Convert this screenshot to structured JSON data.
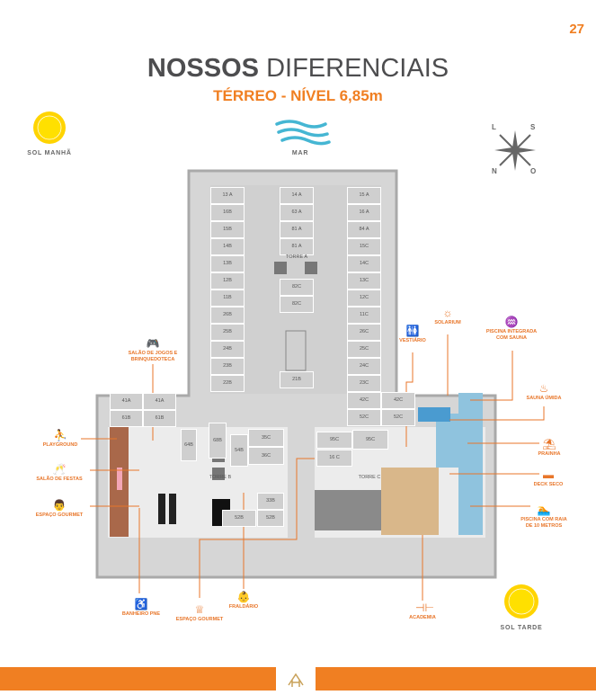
{
  "page_number": "27",
  "header": {
    "title_bold": "NOSSOS",
    "title_light": "DIFERENCIAIS",
    "subtitle": "TÉRREO - NÍVEL 6,85m"
  },
  "orientation": {
    "sun_morning": "SOL MANHÃ",
    "sea": "MAR",
    "sun_afternoon": "SOL TARDE",
    "compass": [
      "L",
      "S",
      "N",
      "O"
    ]
  },
  "colors": {
    "accent": "#f07f22",
    "pool": "#8fc3de",
    "plan_bg": "#d6d6d6"
  },
  "parking": {
    "left_column": [
      "13 A",
      "16B",
      "15B",
      "14B",
      "13B",
      "12B",
      "11B",
      "26B",
      "25B",
      "24B",
      "23B",
      "22B"
    ],
    "middle_top": [
      "14 A",
      "63 A",
      "81 A",
      "81 A"
    ],
    "tower_a": "TORRE A",
    "middle_mid": [
      "82C",
      "82C"
    ],
    "middle_bottom": "21B",
    "right_column": [
      "15 A",
      "16 A",
      "84 A",
      "15C",
      "14C",
      "13C",
      "12C",
      "11C",
      "26C",
      "25C",
      "24C",
      "23C",
      "42C",
      "52C"
    ],
    "right_extra": [
      "42C",
      "52C"
    ],
    "lower_left": [
      "41A",
      "41A",
      "61B",
      "61B"
    ],
    "lower_mid": [
      "64B",
      "68B",
      "54B",
      "35C",
      "36C",
      "33B",
      "52B",
      "52B"
    ],
    "lower_right": [
      "95C",
      "95C",
      "16 C"
    ],
    "tower_b": "TORRE B",
    "tower_c": "TORRE C"
  },
  "amenities": [
    {
      "label": "SALÃO DE JOGOS E BRINQUEDOTECA",
      "icon": "gamepad-icon"
    },
    {
      "label": "PLAYGROUND",
      "icon": "slide-icon"
    },
    {
      "label": "SALÃO DE FESTAS",
      "icon": "party-icon"
    },
    {
      "label": "ESPAÇO GOURMET",
      "icon": "chef-icon"
    },
    {
      "label": "BANHEIRO PNE",
      "icon": "wheelchair-icon"
    },
    {
      "label": "ESPAÇO GOURMET",
      "icon": "chef-hat-icon"
    },
    {
      "label": "FRALDÁRIO",
      "icon": "diaper-icon"
    },
    {
      "label": "VESTIÁRIO",
      "icon": "locker-room-icon"
    },
    {
      "label": "SOLARIUM",
      "icon": "sun-lounger-icon"
    },
    {
      "label": "PISCINA INTEGRADA COM SAUNA",
      "icon": "pool-ladder-icon"
    },
    {
      "label": "SAUNA ÚMIDA",
      "icon": "sauna-icon"
    },
    {
      "label": "PRAINHA",
      "icon": "beach-icon"
    },
    {
      "label": "DECK SECO",
      "icon": "deck-icon"
    },
    {
      "label": "PISCINA COM RAIA DE 10 METROS",
      "icon": "swimmer-icon"
    },
    {
      "label": "ACADEMIA",
      "icon": "dumbbell-icon"
    }
  ]
}
